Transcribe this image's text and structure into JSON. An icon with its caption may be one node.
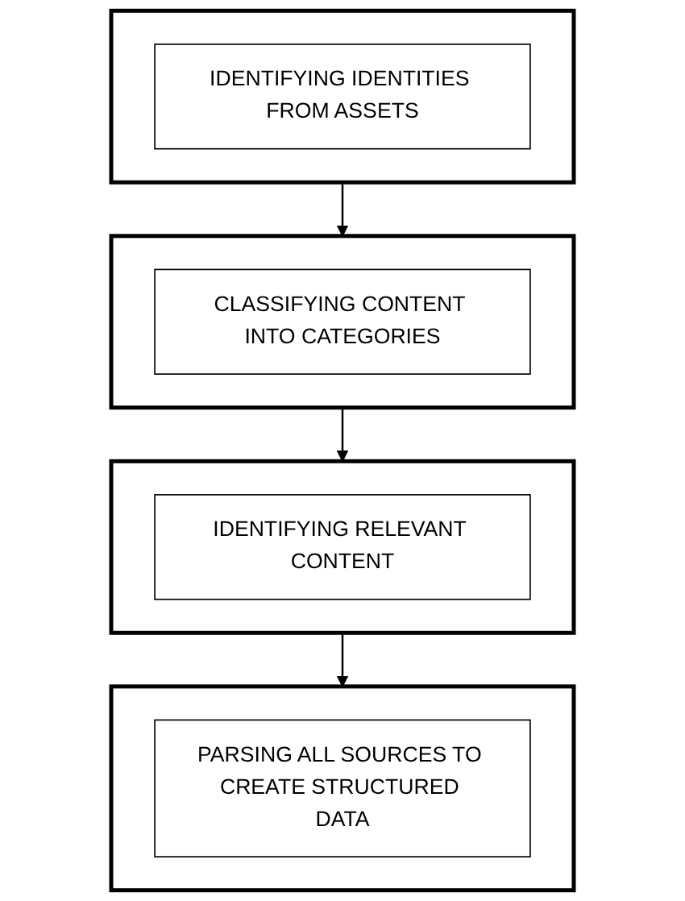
{
  "diagram": {
    "nodes": [
      {
        "text": [],
        "shape": "box"
      },
      {
        "text": [
          "IDENTIFYING IDENTITIES FROM ASSETS"
        ],
        "in": 0
      },
      {
        "text": [],
        "shape": "box"
      },
      {
        "text": [
          "CLASSIFYING CONTENT INTO CATEGORIES"
        ],
        "in": 2
      },
      {
        "text": [],
        "shape": "box"
      },
      {
        "text": [
          "IDENTIFYING RELEVANT CONTENT"
        ],
        "in": 4
      },
      {
        "text": [],
        "shape": "box"
      },
      {
        "text": [
          "PARSING ALL SOURCES TO CREATE STRUCTURED DATA"
        ],
        "in": 6
      }
    ],
    "edges": [
      {
        "from": 0,
        "to": 2,
        "arrow": "to"
      },
      {
        "from": 2,
        "to": 4,
        "arrow": "to"
      },
      {
        "from": 4,
        "to": 6,
        "arrow": "to"
      }
    ]
  }
}
